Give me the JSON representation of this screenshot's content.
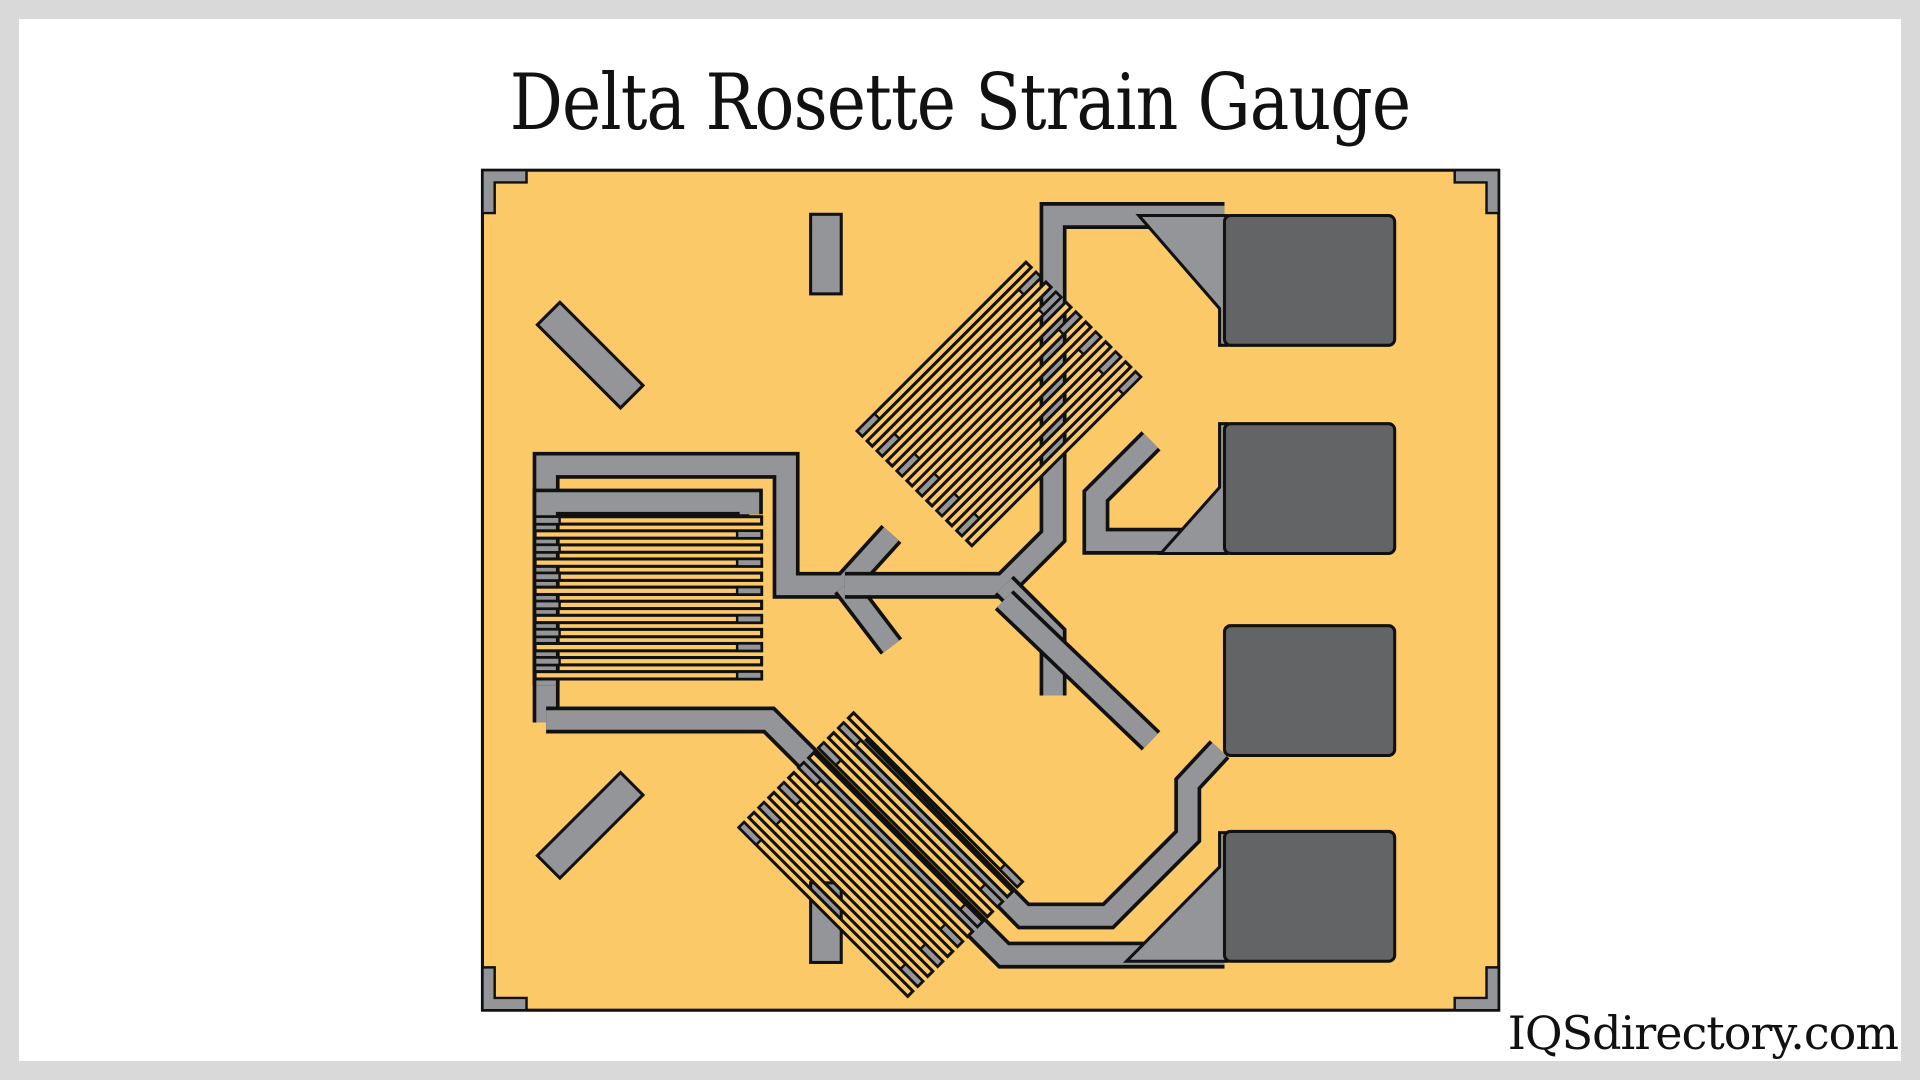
{
  "title": "Delta Rosette Strain Gauge",
  "brand": "IQSdirectory.com",
  "colors": {
    "substrate": "#fbc967",
    "foil": "#939598",
    "pad": "#636466",
    "outline": "#111111"
  },
  "grid": {
    "lines": 12
  }
}
